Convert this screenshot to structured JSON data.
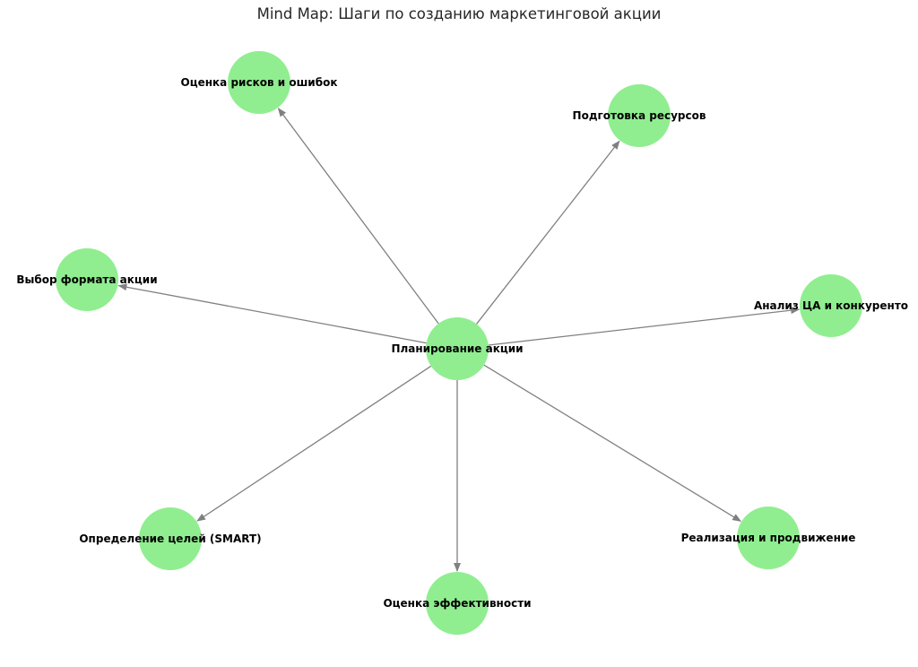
{
  "title": "Mind Map: Шаги по созданию маркетинговой акции",
  "colors": {
    "node_fill": "#90ee90",
    "edge": "#808080",
    "label": "#000000"
  },
  "center": {
    "id": "center",
    "label": "Планирование акции"
  },
  "nodes": [
    {
      "id": "risks",
      "label": "Оценка рисков и ошибок"
    },
    {
      "id": "resources",
      "label": "Подготовка ресурсов"
    },
    {
      "id": "format",
      "label": "Выбор формата акции"
    },
    {
      "id": "analysis",
      "label": "Анализ ЦА и конкуренто"
    },
    {
      "id": "goals",
      "label": "Определение целей (SMART)"
    },
    {
      "id": "efficiency",
      "label": "Оценка эффективности"
    },
    {
      "id": "promotion",
      "label": "Реализация и продвижение"
    }
  ]
}
